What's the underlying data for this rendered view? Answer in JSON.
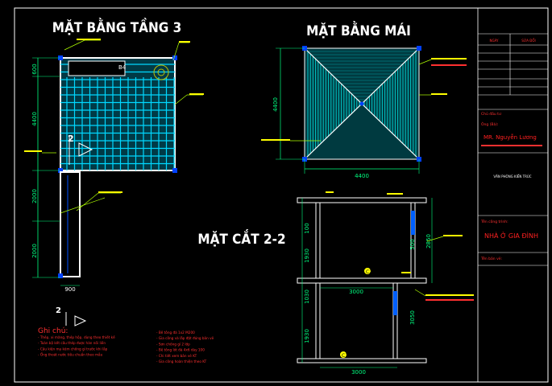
{
  "titles": {
    "floor3": "MẶT BẰNG TẦNG 3",
    "roof": "MẶT BẰNG MÁI",
    "section": "MẶT CẮT 2-2"
  },
  "floor3_dims": {
    "left_top": "600",
    "left_main": "4400",
    "lower_1": "2000",
    "lower_2": "2000",
    "bottom": "900"
  },
  "floor3_labels": {
    "room_tag": "B4",
    "section_mark": "2"
  },
  "roof_dims": {
    "left": "4400",
    "bottom": "4400"
  },
  "section_dims": {
    "top_left": "100",
    "upper_height": "1930",
    "right_upper": "500",
    "right_total": "2850",
    "mid_left": "1030",
    "mid_width": "3000",
    "lower_height": "1930",
    "right_lower": "3050",
    "bottom_width": "3000"
  },
  "section_tags": {
    "upper": "C2",
    "lower": "C1"
  },
  "lower_mark": "2",
  "notes": {
    "title": "Ghi chú:",
    "left": [
      "- Thép, xi măng, thép hộp, dùng theo thiết kế",
      "- Toàn bộ kết cấu thép được hàn nối liền",
      "- Cấu kiện mạ kẽm chống gỉ trước khi lắp",
      "- Ống thoát nước tiêu chuẩn theo mẫu"
    ],
    "right": [
      "- Bê tông đá 1x2 M200",
      "- Gia công và lắp đặt đúng bản vẽ",
      "- Sơn chống gỉ 2 lớp",
      "- Bê tông lót đá 4x6 dày 100",
      "- Chi tiết xem bản vẽ KT",
      "- Gia công hoàn thiện theo KT"
    ]
  },
  "title_block": {
    "header_col1": "NGÀY",
    "header_col2": "SỬA ĐỔI",
    "designer_label": "Chủ đầu tư",
    "owner_label": "Ông (Bà):",
    "owner_name": "MR. Nguyễn Lương",
    "address": "",
    "drawing_name": "VĂN PHÒNG KIẾN TRÚC",
    "project_label": "Tên công trình:",
    "project_name": "NHÀ Ở GIA ĐÌNH",
    "sheet_label": "Tên bản vẽ:"
  },
  "colors": {
    "grid": "#00d8ff",
    "hatch": "#00c8c8",
    "dim": "#00ff80",
    "leader": "#b0ff00",
    "callout": "#ffff00",
    "notes": "#ff3030",
    "title_red": "#ff2020",
    "white": "#ffffff"
  }
}
